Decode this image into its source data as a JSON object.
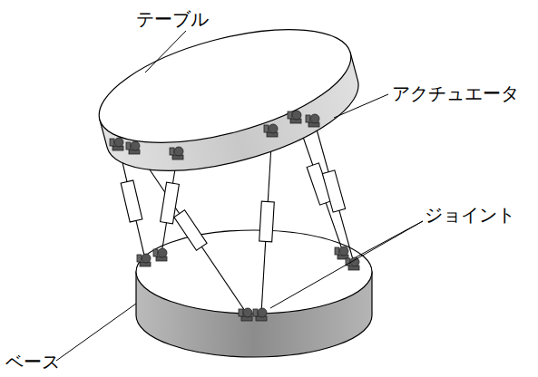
{
  "diagram": {
    "labels": [
      "テーブル",
      "アクチュエータ",
      "ジョイント",
      "ベース"
    ]
  }
}
